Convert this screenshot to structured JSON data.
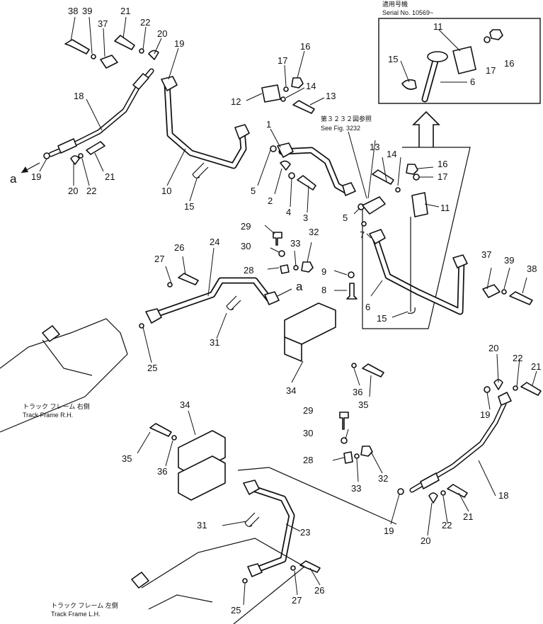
{
  "inset": {
    "title_jp": "適用号機",
    "serial": "Serial  No. 10569~"
  },
  "notes": {
    "see_fig_jp": "第３２３２図参照",
    "see_fig": "See Fig. 3232",
    "rh_jp": "トラック フレーム 右側",
    "rh": "Track Frame R.H.",
    "lh_jp": "トラック フレーム 左側",
    "lh": "Track Frame L.H.",
    "ref_a": "a"
  },
  "callouts": [
    "38",
    "39",
    "37",
    "21",
    "22",
    "20",
    "19",
    "18",
    "19",
    "20",
    "22",
    "21",
    "10",
    "15",
    "12",
    "17",
    "16",
    "14",
    "13",
    "1",
    "5",
    "2",
    "4",
    "3",
    "5",
    "13",
    "14",
    "16",
    "17",
    "11",
    "7",
    "11",
    "15",
    "17",
    "16",
    "6",
    "29",
    "30",
    "33",
    "32",
    "27",
    "26",
    "24",
    "28",
    "9",
    "8",
    "6",
    "15",
    "37",
    "39",
    "38",
    "31",
    "25",
    "34",
    "36",
    "35",
    "20",
    "22",
    "21",
    "19",
    "29",
    "30",
    "28",
    "32",
    "33",
    "18",
    "34",
    "35",
    "36",
    "31",
    "23",
    "19",
    "20",
    "22",
    "21",
    "27",
    "26",
    "25"
  ]
}
